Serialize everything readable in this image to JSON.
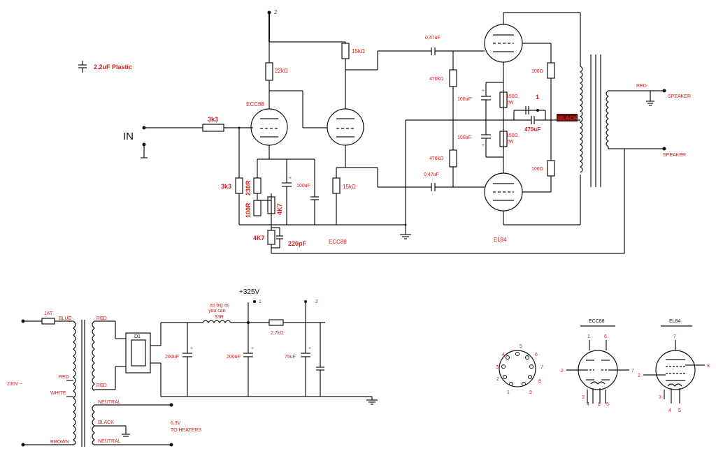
{
  "labels": {
    "cap_legend": "2.2uF Plastic",
    "in": "IN",
    "r_input": "3k3",
    "r_grid": "3k3",
    "r_230": "230R",
    "r_100r": "100R",
    "r_4k7_a": "4K7",
    "r_4k7_b": "4K7",
    "c_220pf": "220pF",
    "c_100uf_cath": "100uF",
    "r_22k": "22kΩ",
    "r_15k_top": "15kΩ",
    "r_15k_bot": "15kΩ",
    "tube_ecc88_a": "ECC88",
    "tube_ecc88_b": "ECC88",
    "tube_el84": "EL84",
    "c_047_top": "0,47uF",
    "c_047_bot": "0,47uF",
    "r_470k_top": "470kΩ",
    "r_470k_bot": "470kΩ",
    "c_100uf_a": "100uF",
    "c_100uf_b": "100uF",
    "r_150_top_val": "150Ω",
    "r_150_top_w": "2W",
    "r_150_bot_val": "150Ω",
    "r_150_bot_w": "2W",
    "c_470uf": "470uF",
    "r_100_top": "100Ω",
    "r_100_bot": "100Ω",
    "black_tag": "BLACK",
    "red_out": "RED",
    "speaker_a": "SPEAKER",
    "speaker_b": "SPEAKER",
    "node_1": "1",
    "node_2": "2",
    "psu_fuse": "1AT",
    "psu_blue": "BLUE",
    "psu_red_a": "RED",
    "psu_white": "WHITE",
    "psu_brown": "BROWN",
    "psu_mains": "230V ~",
    "sec_red_a": "RED",
    "sec_red_b": "RED",
    "sec_neutral_a": "NEUTRAL",
    "sec_black": "BLACK",
    "sec_neutral_b": "NEUTRAL",
    "heaters_v": "6,3V",
    "heaters": "TO HEATERS",
    "d1": "D1",
    "c_200uf_a": "200uF",
    "c_200uf_b": "200uF",
    "c_75uf": "75uF",
    "v325": "+325V",
    "choke_note_1": "as big as",
    "choke_note_2": "you can",
    "r_33r": "33R",
    "r_2k7": "2,7kΩ",
    "psu_node_1": "1",
    "psu_node_2": "2",
    "socket_pins": [
      "5",
      "4",
      "6",
      "3",
      "7",
      "2",
      "8",
      "1",
      "9"
    ],
    "ecc88_title": "ECC88",
    "ecc88_pins": [
      "1",
      "6",
      "2",
      "7",
      "3",
      "4",
      "8",
      "5"
    ],
    "el84_title": "EL84",
    "el84_pins": [
      "7",
      "2",
      "9",
      "3",
      "4",
      "5"
    ]
  }
}
